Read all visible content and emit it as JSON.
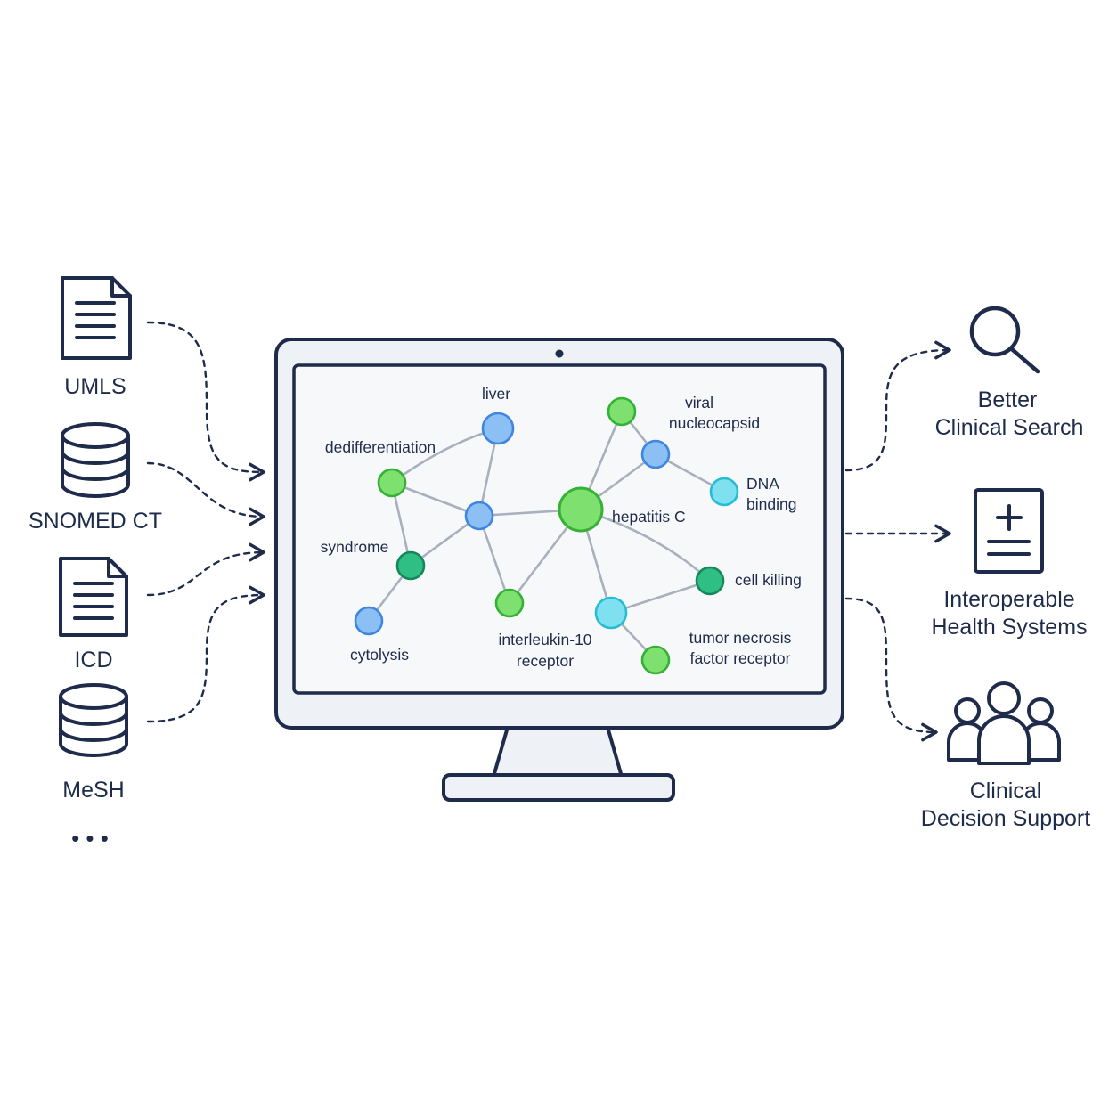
{
  "sources": [
    {
      "label": "UMLS",
      "icon": "document-icon"
    },
    {
      "label": "SNOMED CT",
      "icon": "database-icon"
    },
    {
      "label": "ICD",
      "icon": "document-icon"
    },
    {
      "label": "MeSH",
      "icon": "database-icon"
    }
  ],
  "sources_more": "• • •",
  "graph": {
    "labels": {
      "liver": "liver",
      "dediff": "dedifferentiation",
      "syndrome": "syndrome",
      "cytolysis": "cytolysis",
      "il10_1": "interleukin-10",
      "il10_2": "receptor",
      "viral_1": "viral",
      "viral_2": "nucleocapsid",
      "dna_1": "DNA",
      "dna_2": "binding",
      "hepc": "hepatitis C",
      "cellkill": "cell killing",
      "tnf_1": "tumor necrosis",
      "tnf_2": "factor receptor"
    }
  },
  "outputs": [
    {
      "lines": [
        "Better",
        "Clinical Search"
      ],
      "icon": "magnifier-icon"
    },
    {
      "lines": [
        "Interoperable",
        "Health Systems"
      ],
      "icon": "medical-record-icon"
    },
    {
      "lines": [
        "Clinical",
        "Decision Support"
      ],
      "icon": "people-icon"
    }
  ],
  "colors": {
    "ink": "#1e2b4a",
    "green": "#7ee06e",
    "blue": "#8cc0f5",
    "teal": "#2fbf84",
    "cyan": "#7fe0ef",
    "edge": "#a9b0bd"
  }
}
